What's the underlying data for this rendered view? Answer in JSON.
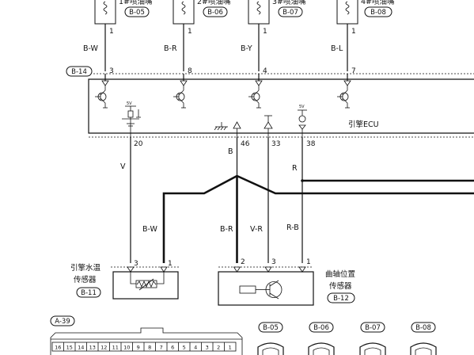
{
  "injectors": [
    {
      "label": "1#喷油嘴",
      "connector": "B-05",
      "pin_top": "1",
      "wire": "B-W",
      "ecu_pin": "3"
    },
    {
      "label": "2#喷油嘴",
      "connector": "B-06",
      "pin_top": "1",
      "wire": "B-R",
      "ecu_pin": "8"
    },
    {
      "label": "3#喷油嘴",
      "connector": "B-07",
      "pin_top": "1",
      "wire": "B-Y",
      "ecu_pin": "4"
    },
    {
      "label": "4#喷油嘴",
      "connector": "B-08",
      "pin_top": "1",
      "wire": "B-L",
      "ecu_pin": "7"
    }
  ],
  "ecu": {
    "connector_top": "B-14",
    "name": "引擎ECU",
    "voltage_a": "5V",
    "voltage_b": "5V",
    "pin_water": "20",
    "pin_b": "46",
    "pin_vr": "33",
    "pin_rb": "38"
  },
  "wires": {
    "water_signal": "V",
    "ground_common": "B",
    "crank_shield": "R",
    "water_ground": "B-W",
    "crank_ground": "B-R",
    "crank_signal": "V-R",
    "crank_power": "R-B"
  },
  "water_sensor": {
    "label_line1": "引擎水温",
    "label_line2": "传感器",
    "connector": "B-11",
    "pin_left": "3",
    "pin_right": "1"
  },
  "crank_sensor": {
    "label_line1": "曲轴位置",
    "label_line2": "传感器",
    "connector": "B-12",
    "pin_a": "2",
    "pin_b": "3",
    "pin_c": "1"
  },
  "bottom": {
    "connector_a39": "A-39",
    "a39_pins": [
      "16",
      "15",
      "14",
      "13",
      "12",
      "11",
      "10",
      "9",
      "8",
      "7",
      "6",
      "5",
      "4",
      "3",
      "2",
      "1"
    ],
    "views": [
      "B-05",
      "B-06",
      "B-07",
      "B-08"
    ]
  },
  "icons": {
    "transistor": "npn-transistor-icon",
    "ground": "ground-icon",
    "thermistor": "thermistor-icon"
  }
}
